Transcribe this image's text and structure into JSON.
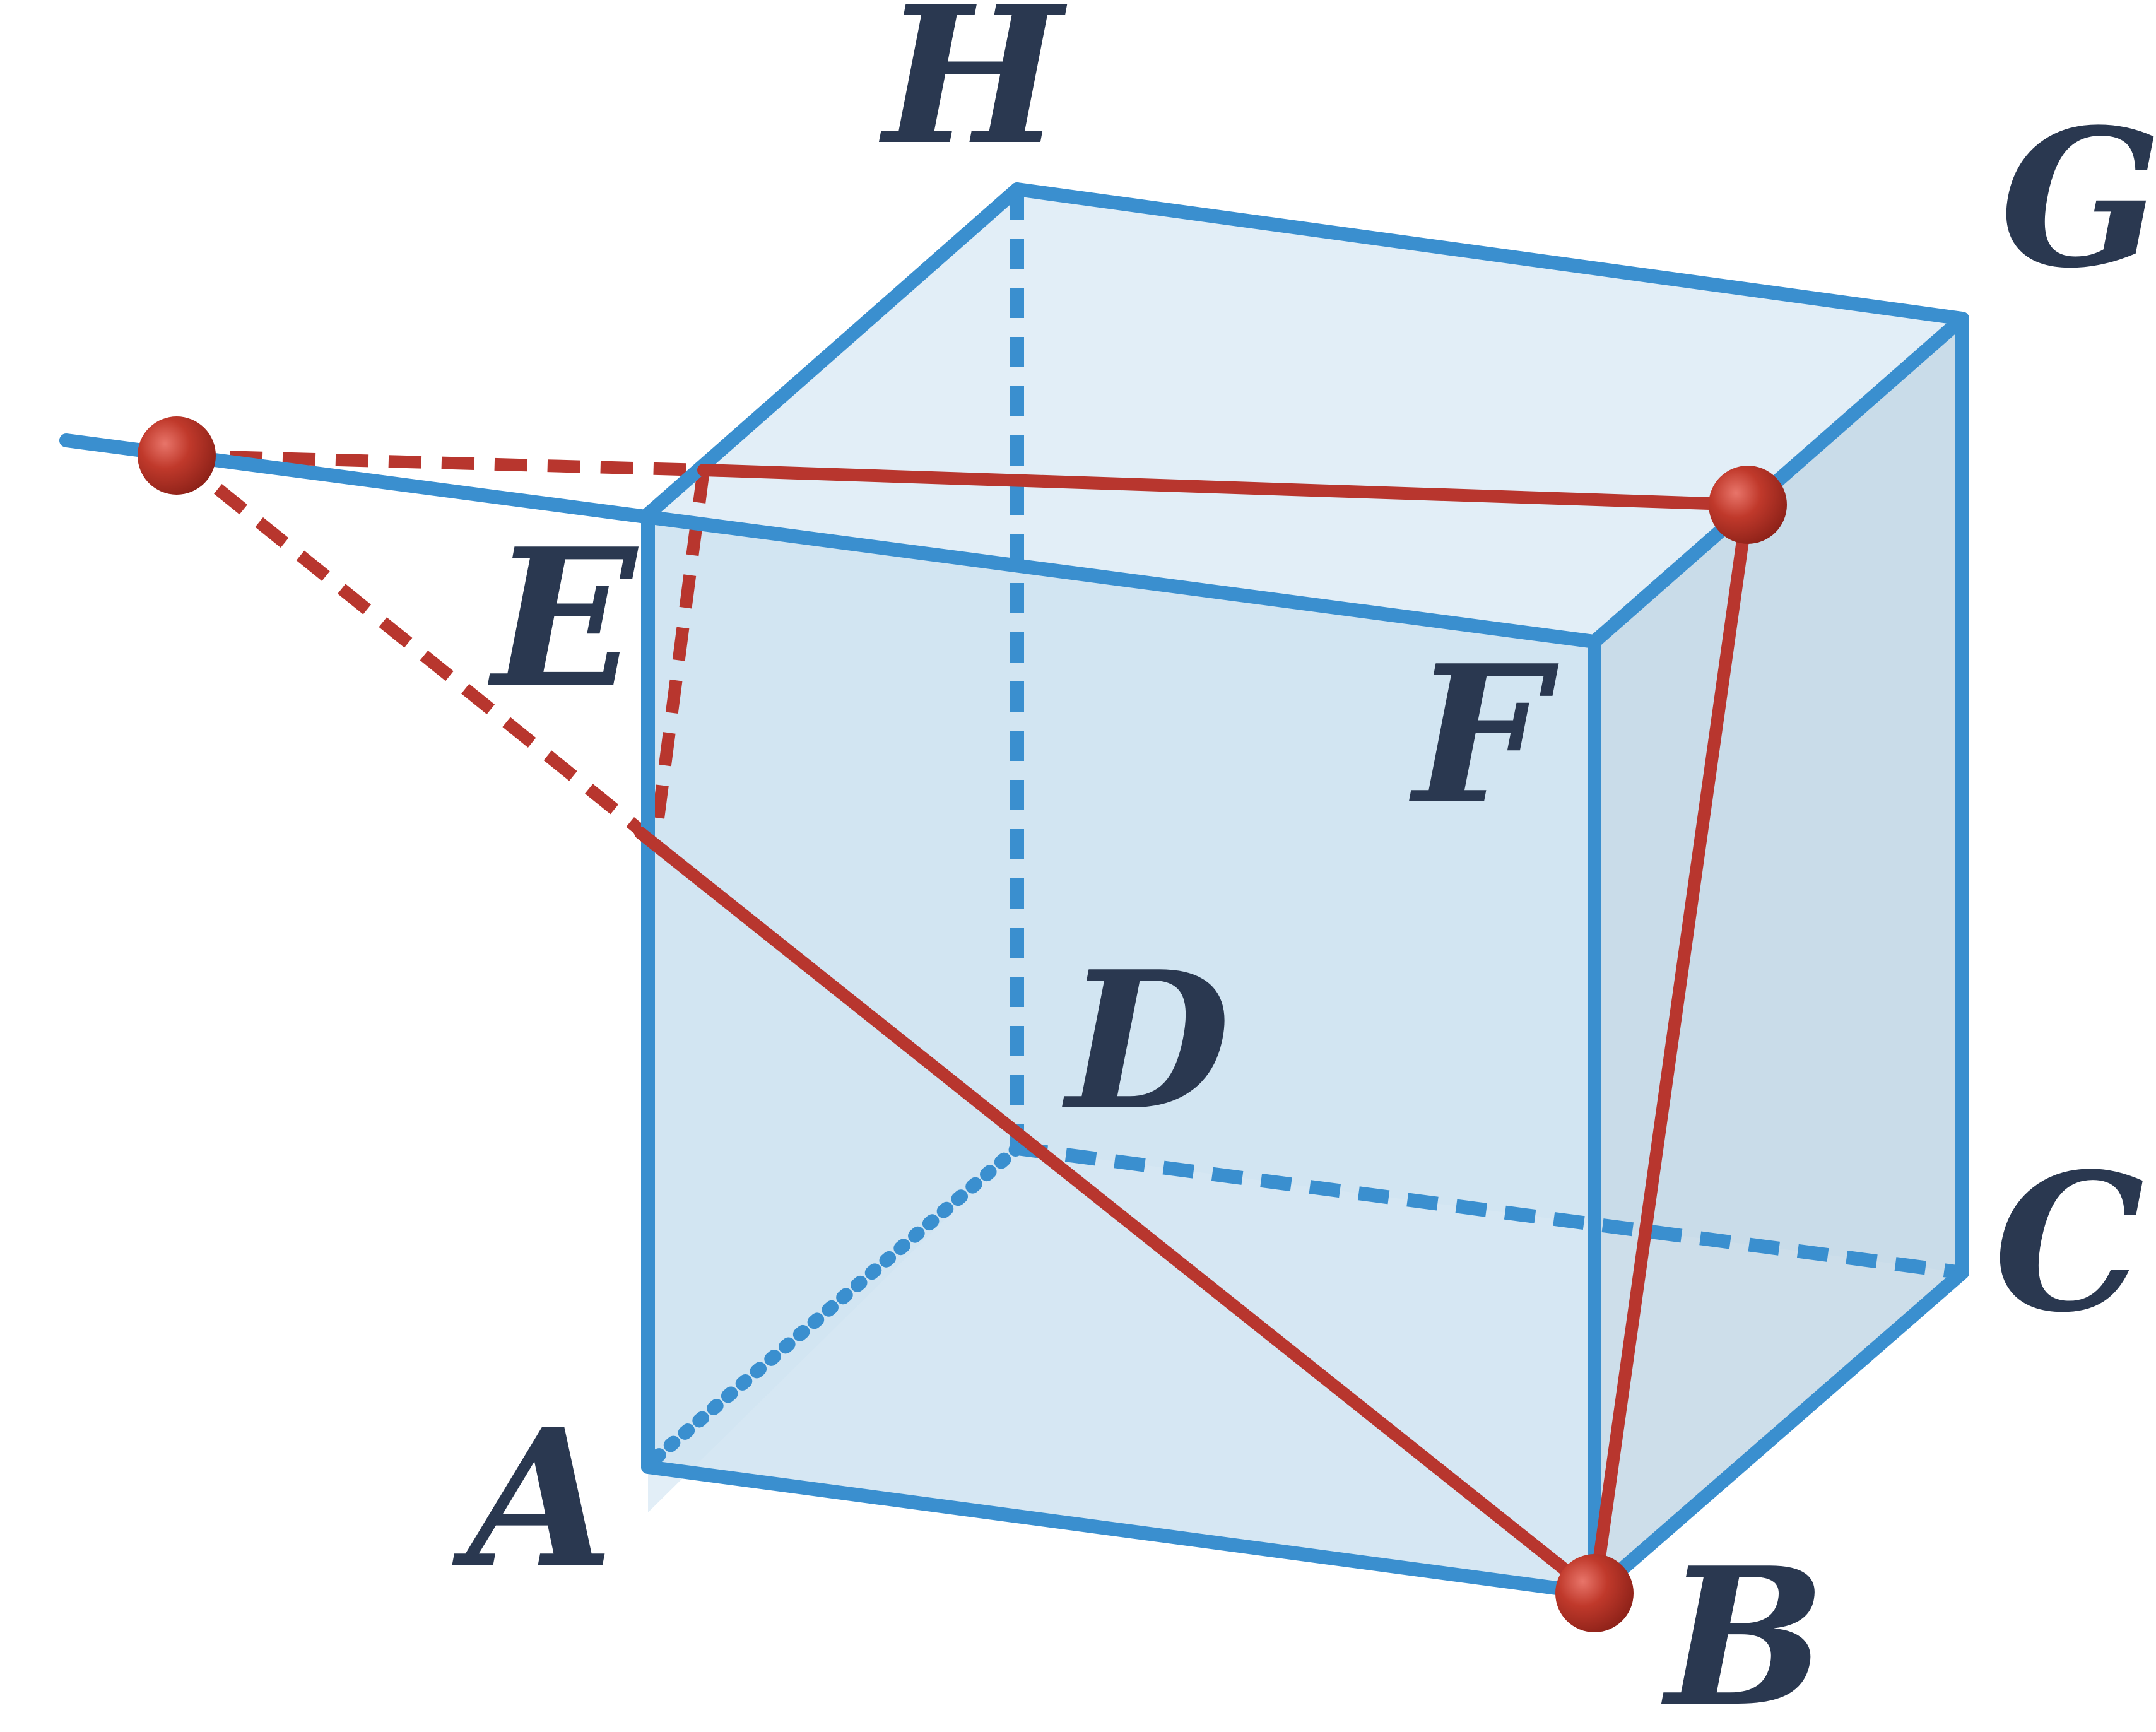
{
  "vertex_labels": {
    "A": "A",
    "B": "B",
    "C": "C",
    "D": "D",
    "E": "E",
    "F": "F",
    "G": "G",
    "H": "H"
  },
  "colors": {
    "edge": "#3a8fcf",
    "face_fill": "#cfe3f1",
    "cut_line": "#b8362e",
    "label": "#2a3850"
  }
}
